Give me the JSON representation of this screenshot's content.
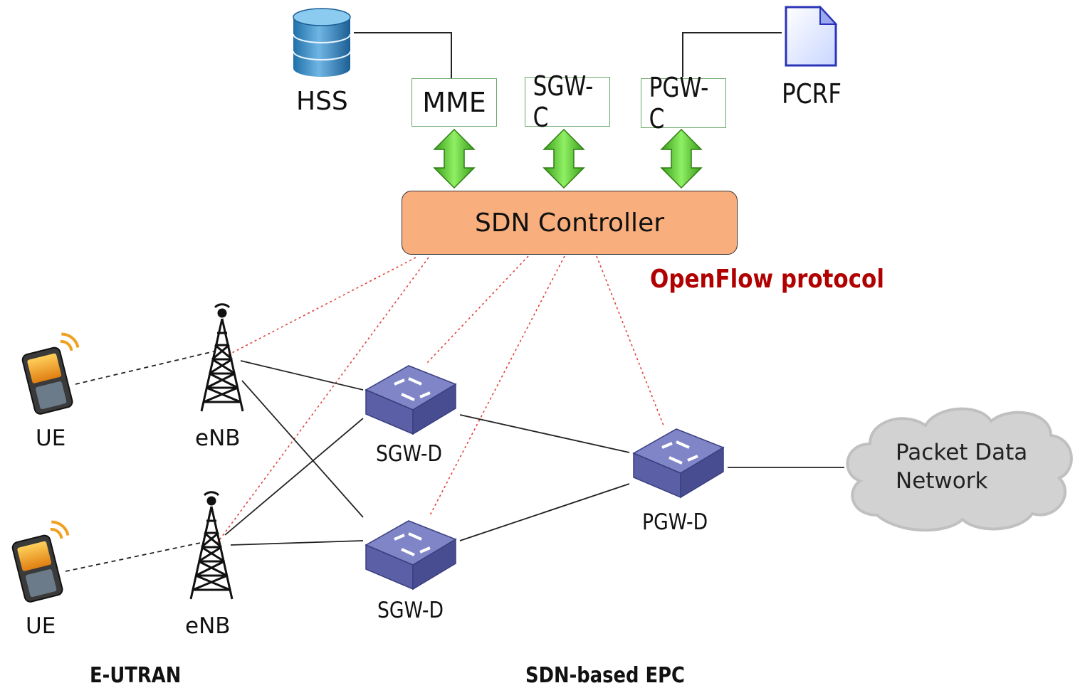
{
  "title": "",
  "control_plane": {
    "hss_label": "HSS",
    "pcrf_label": "PCRF",
    "mme_label": "MME",
    "sgwc_label": "SGW-C",
    "pgwc_label": "PGW-C",
    "controller_label": "SDN Controller",
    "protocol_label": "OpenFlow protocol"
  },
  "access": {
    "ue1_label": "UE",
    "ue2_label": "UE",
    "enb1_label": "eNB",
    "enb2_label": "eNB",
    "section_label": "E-UTRAN"
  },
  "core": {
    "sgwd1_label": "SGW-D",
    "sgwd2_label": "SGW-D",
    "pgwd_label": "PGW-D",
    "section_label": "SDN-based EPC"
  },
  "external": {
    "pdn_line1": "Packet Data",
    "pdn_line2": "Network"
  },
  "colors": {
    "controller_fill": "#f9ae7e",
    "arrow_green": "#5ccc2e",
    "openflow_text": "#b00000",
    "openflow_links": "#e0403a",
    "switch_blue": "#5a5fa6",
    "cloud_gray": "#cfcfcf"
  }
}
